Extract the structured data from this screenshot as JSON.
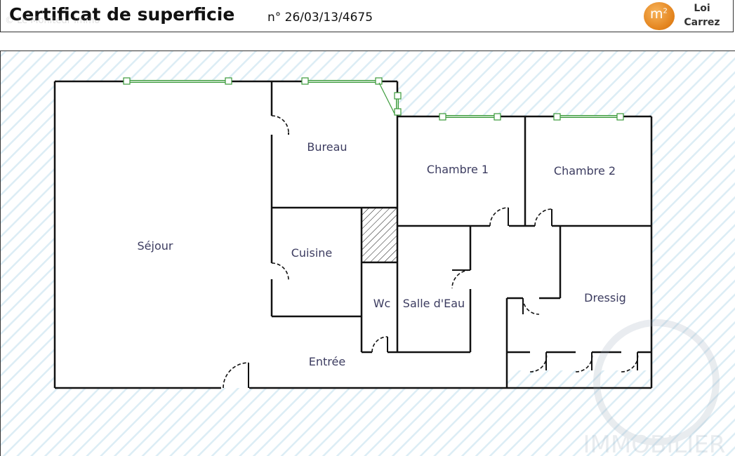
{
  "header": {
    "title": "Certificat de superficie",
    "number": "n° 26/03/13/4675",
    "logo_badge": "m²",
    "logo_line1": "Loi",
    "logo_line2": "Carrez",
    "logo_color": "#e8902a",
    "watermark": "© Le Moniteur Immo"
  },
  "plan": {
    "rooms": [
      {
        "id": "sejour",
        "label": "Séjour"
      },
      {
        "id": "bureau",
        "label": "Bureau"
      },
      {
        "id": "chambre1",
        "label": "Chambre 1"
      },
      {
        "id": "chambre2",
        "label": "Chambre 2"
      },
      {
        "id": "cuisine",
        "label": "Cuisine"
      },
      {
        "id": "wc",
        "label": "Wc"
      },
      {
        "id": "salle-eau",
        "label": "Salle d'Eau"
      },
      {
        "id": "dressig",
        "label": "Dressig"
      },
      {
        "id": "entree",
        "label": "Entrée"
      }
    ],
    "wall_color": "#111111",
    "window_color": "#3a9a3a",
    "hatch_color": "#d9ecf3",
    "watermark": "IMMOBILIER"
  }
}
